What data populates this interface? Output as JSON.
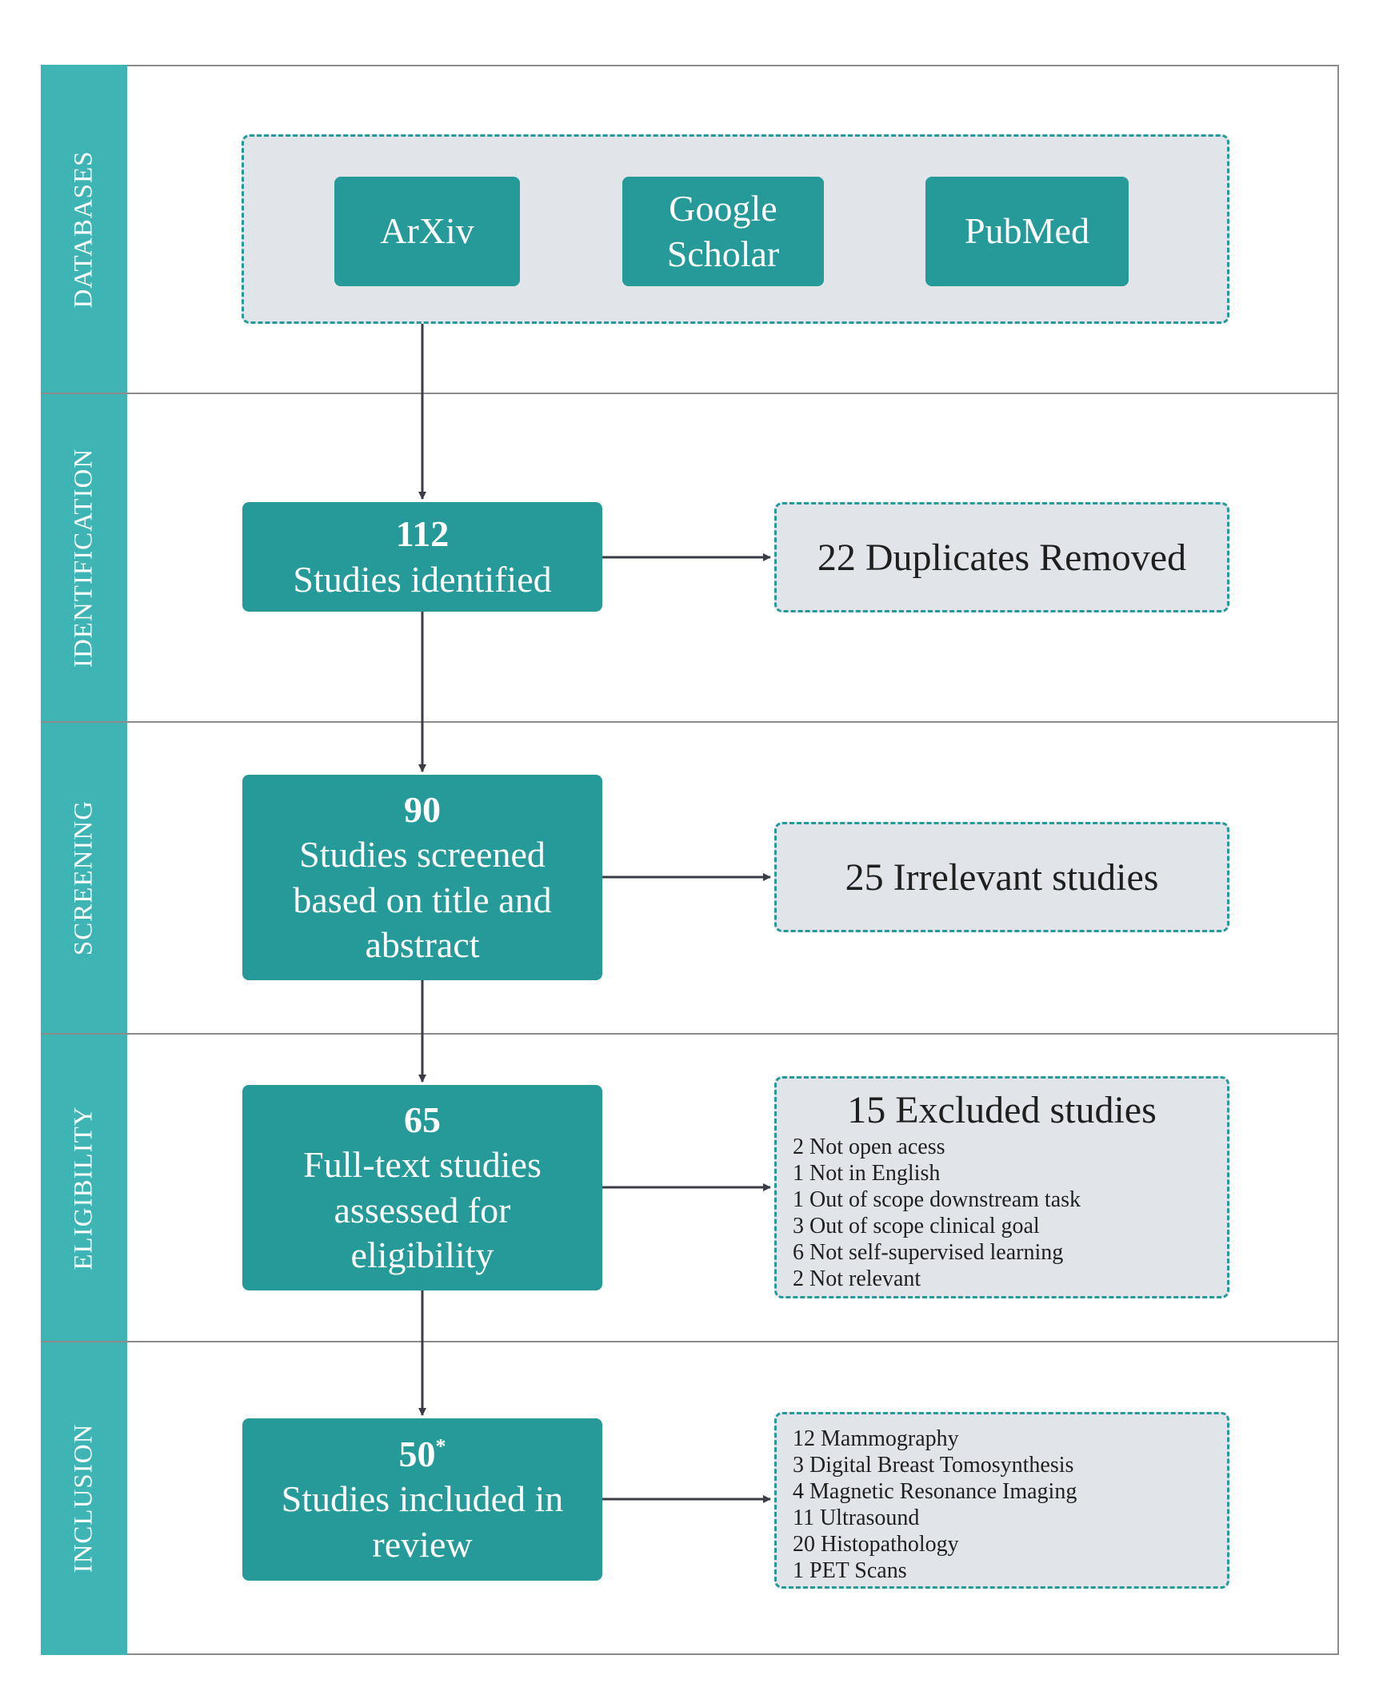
{
  "phases": [
    "DATABASES",
    "IDENTIFICATION",
    "SCREENING",
    "ELIGIBILITY",
    "INCLUSION"
  ],
  "databases": [
    "ArXiv",
    "Google Scholar",
    "PubMed"
  ],
  "identification": {
    "count": "112",
    "label": "Studies identified",
    "side": "22 Duplicates Removed"
  },
  "screening": {
    "count": "90",
    "label": "Studies screened based on title and abstract",
    "side": "25 Irrelevant studies"
  },
  "eligibility": {
    "count": "65",
    "label": "Full-text studies assessed for eligibility",
    "side_title": "15 Excluded studies",
    "side_items": [
      "2 Not open acess",
      "1 Not in English",
      "1 Out of scope downstream task",
      "3 Out of scope clinical goal",
      "6 Not self-supervised learning",
      "2 Not relevant"
    ]
  },
  "inclusion": {
    "count": "50",
    "count_mark": "*",
    "label": "Studies included in review",
    "side_items": [
      "12 Mammography",
      "3 Digital Breast Tomosynthesis",
      "4 Magnetic Resonance Imaging",
      "11 Ultrasound",
      "20 Histopathology",
      "1 PET Scans"
    ]
  },
  "colors": {
    "band": "#3fb4b4",
    "box": "#259a99",
    "side_box": "#e1e4e8",
    "arrow": "#3a3d45"
  }
}
